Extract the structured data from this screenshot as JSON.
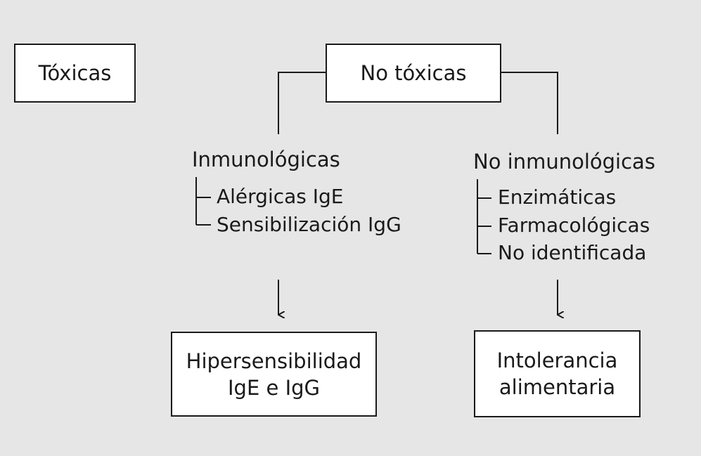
{
  "nodes": {
    "toxicas": "Tóxicas",
    "no_toxicas": "No tóxicas",
    "inmunologicas": "Inmunológicas",
    "no_inmunologicas": "No inmunológicas"
  },
  "inmunologicas_items": [
    "Alérgicas IgE",
    "Sensibilización IgG"
  ],
  "no_inmunologicas_items": [
    "Enzimáticas",
    "Farmacológicas",
    "No identificada"
  ],
  "outcomes": {
    "hipersensibilidad": [
      "Hipersensibilidad",
      "IgE e IgG"
    ],
    "intolerancia": [
      "Intolerancia",
      "alimentaria"
    ]
  }
}
